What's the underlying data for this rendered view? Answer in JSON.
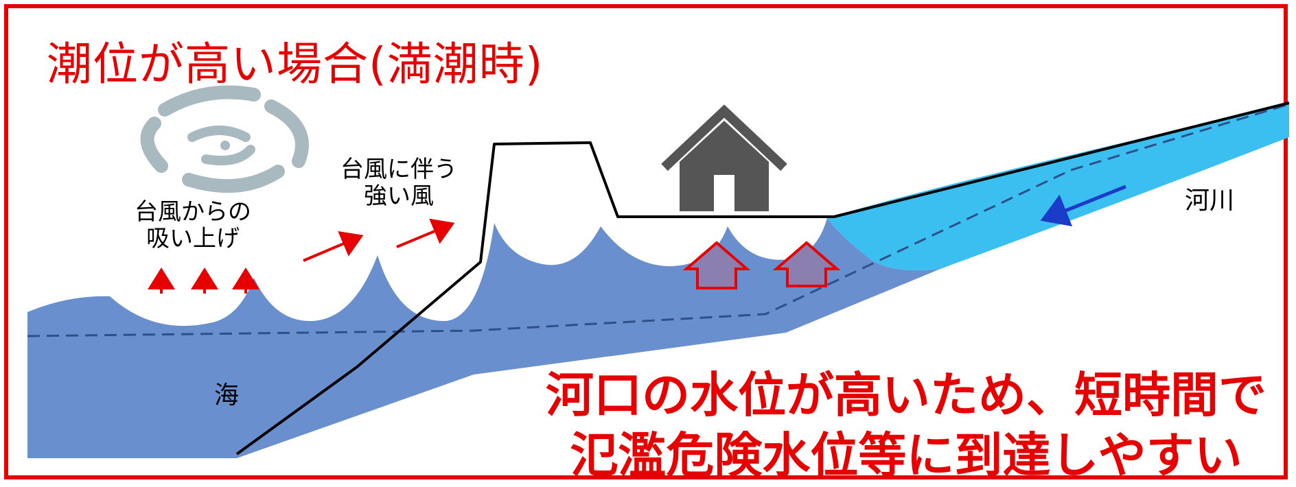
{
  "title": "潮位が高い場合(満潮時)",
  "labels": {
    "suction": [
      "台風からの",
      "吸い上げ"
    ],
    "wind": [
      "台風に伴う",
      "強い風"
    ],
    "river": "河川",
    "sea": "海"
  },
  "message": [
    "河口の水位が高いため、短時間で",
    "氾濫危険水位等に到達しやすい"
  ],
  "icons": [
    "typhoon-icon",
    "house-icon",
    "arrow-up-icon",
    "wind-arrow-icon",
    "river-flow-arrow-icon",
    "water-rise-arrow-icon"
  ],
  "colors": {
    "accent": "#e60000",
    "sea": "#6a8fcf",
    "river": "#3bbef0",
    "typhoon": "#a9b9c0",
    "house": "#555555",
    "dashed_line": "#2e4f8a",
    "flow_arrow": "#1a3cc8",
    "rise_arrow_fill": "#8a7fae"
  }
}
